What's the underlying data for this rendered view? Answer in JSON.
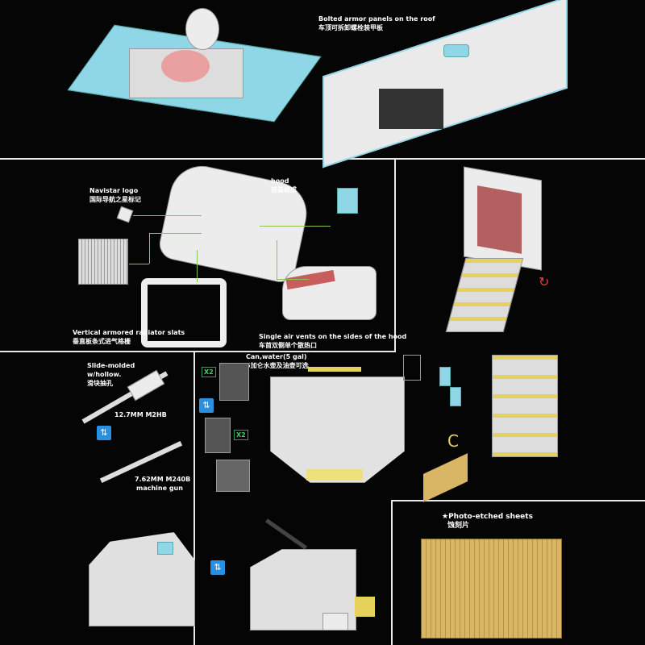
{
  "roof": {
    "title_en": "Bolted armor panels on the roof",
    "title_cn": "车顶可拆卸螺栓装甲板"
  },
  "hood_section": {
    "navistar_en": "Navistar logo",
    "navistar_cn": "国际导航之星标记",
    "hood_en": "hood",
    "hood_cn": "前盖组成",
    "slats_en": "Vertical armored radiator slats",
    "slats_cn": "垂直板条式进气格栅",
    "vents_en": "Single air vents on the sides of the hood",
    "vents_cn": "车首双侧单个散热口"
  },
  "weapons": {
    "slide_en_1": "Slide-molded",
    "slide_en_2": "w/hollow.",
    "slide_cn": "滑块抽孔",
    "m2hb": "12.7MM M2HB",
    "m240b_1": "7.62MM M240B",
    "m240b_2": "machine gun"
  },
  "rear": {
    "can_en": "Can,water(5 gal)",
    "can_cn": "5加仑水壶及油壶可选",
    "badge1": "X2",
    "badge2": "X2"
  },
  "photo_etch": {
    "title_en": "★Photo-etched sheets",
    "title_cn": "蚀刻片"
  },
  "colors": {
    "accent_line": "#8bc34a",
    "part_blue": "#8fd7e6",
    "part_red": "#c95c5c",
    "etch_gold": "#d9b566"
  }
}
